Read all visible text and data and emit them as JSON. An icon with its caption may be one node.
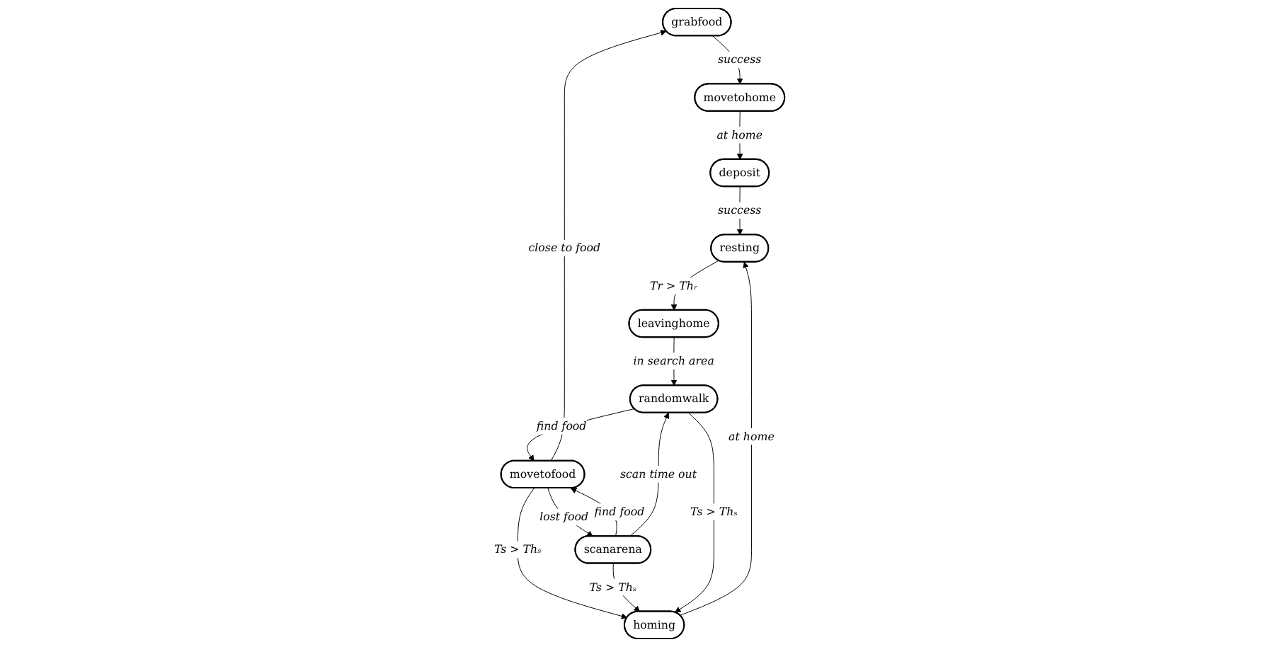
{
  "diagram": {
    "nodes": [
      {
        "text": [
          "grabfood"
        ]
      },
      {
        "text": [
          "movetohome"
        ]
      },
      {
        "text": [
          "movetofood"
        ]
      },
      {
        "text": [
          "deposit"
        ]
      },
      {
        "text": [
          "homing"
        ]
      },
      {
        "text": [
          "scanarena"
        ]
      },
      {
        "text": [
          "resting"
        ]
      },
      {
        "text": [
          "randomwalk"
        ]
      },
      {
        "text": [
          "leavinghome"
        ]
      }
    ],
    "edges": [
      {
        "from": 2,
        "to": 0,
        "arrow": "to",
        "label": "close to food"
      },
      {
        "from": 0,
        "to": 1,
        "arrow": "to",
        "label": "success"
      },
      {
        "from": 1,
        "to": 3,
        "arrow": "to",
        "label": "at home"
      },
      {
        "from": 2,
        "to": 4,
        "arrow": "to",
        "label": "Ts > Thₛ"
      },
      {
        "from": 2,
        "to": 5,
        "arrow": "to",
        "label": "lost food"
      },
      {
        "from": 5,
        "to": 2,
        "arrow": "to",
        "label": "find food"
      },
      {
        "from": 7,
        "to": 2,
        "arrow": "to",
        "label": "find food"
      },
      {
        "from": 5,
        "to": 4,
        "arrow": "to",
        "label": "Ts > Thₛ"
      },
      {
        "from": 3,
        "to": 6,
        "arrow": "to",
        "label": "success"
      },
      {
        "from": 4,
        "to": 6,
        "arrow": "to",
        "label": "at home"
      },
      {
        "from": 7,
        "to": 4,
        "arrow": "to",
        "label": "Ts > Thₛ"
      },
      {
        "from": 5,
        "to": 7,
        "arrow": "to",
        "label": "scan time out"
      },
      {
        "from": 6,
        "to": 8,
        "arrow": "to",
        "label": "Tr > Thᵣ"
      },
      {
        "from": 8,
        "to": 7,
        "arrow": "to",
        "label": "in search area"
      }
    ]
  }
}
